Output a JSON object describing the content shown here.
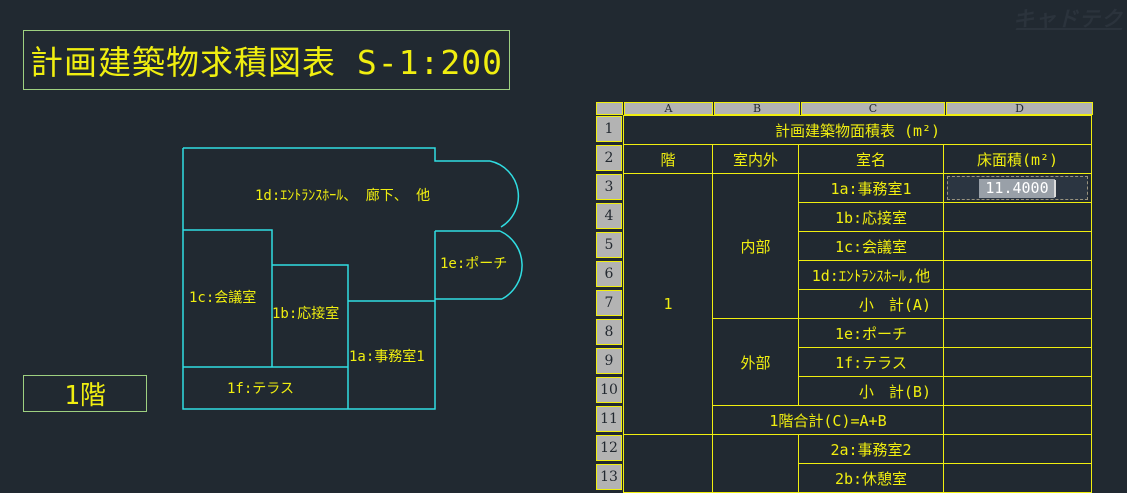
{
  "watermark": {
    "text": "キャドテク"
  },
  "title": {
    "text": "計画建築物求積図表 S-1:200"
  },
  "floor_badge": {
    "text": "1階"
  },
  "plan": {
    "labels": [
      {
        "room": "1d",
        "text": "1d:ｴﾝﾄﾗﾝｽﾎｰﾙ、 廊下、 他"
      },
      {
        "room": "1e",
        "text": "1e:ポーチ"
      },
      {
        "room": "1c",
        "text": "1c:会議室"
      },
      {
        "room": "1b",
        "text": "1b:応接室"
      },
      {
        "room": "1a",
        "text": "1a:事務室1"
      },
      {
        "room": "1f",
        "text": "1f:テラス"
      }
    ]
  },
  "table": {
    "column_letters": [
      "A",
      "B",
      "C",
      "D"
    ],
    "row_numbers": [
      "1",
      "2",
      "3",
      "4",
      "5",
      "6",
      "7",
      "8",
      "9",
      "10",
      "11",
      "12",
      "13"
    ],
    "cells": {
      "title": "計画建築物面積表 (m²)",
      "h_floor": "階",
      "h_inout": "室内外",
      "h_room": "室名",
      "h_area": "床面積(m²)",
      "a3": "1",
      "b3": "内部",
      "c3": "1a:事務室1",
      "c4": "1b:応接室",
      "c5": "1c:会議室",
      "c6": "1d:ｴﾝﾄﾗﾝｽﾎｰﾙ,他",
      "c7": "小　計(A)",
      "b8": "外部",
      "c8": "1e:ポーチ",
      "c9": "1f:テラス",
      "c10": "小　計(B)",
      "bc11": "1階合計(C)=A+B",
      "c12": "2a:事務室2",
      "c13": "2b:休憩室"
    },
    "editor": {
      "value": "11.4000"
    }
  },
  "colors": {
    "background": "#212931",
    "grid_yellow": "#f0ee10",
    "drawing_cyan": "#30dde2",
    "box_green": "#9ed080",
    "header_gray": "#b3b3b3",
    "edit_fill": "#2b3541",
    "edit_highlight": "#99a0a8",
    "edit_text": "#ffffff"
  }
}
